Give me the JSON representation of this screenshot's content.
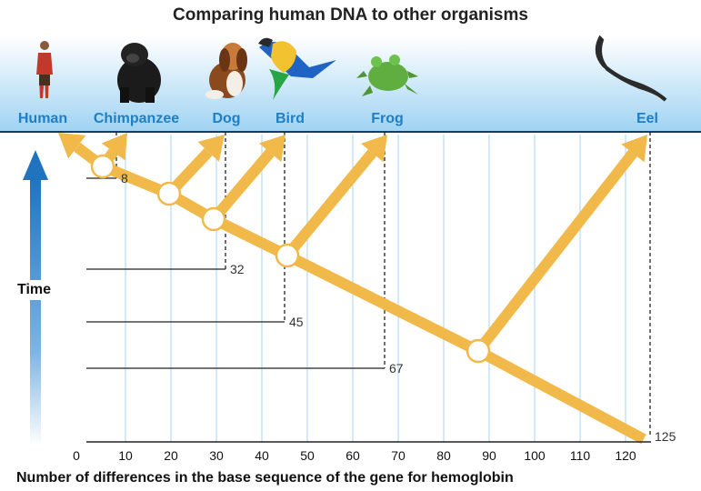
{
  "title": "Comparing human DNA to other organisms",
  "axis": {
    "xlabel": "Number of differences in the base sequence of the gene for hemoglobin",
    "ticks": [
      0,
      10,
      20,
      30,
      40,
      50,
      60,
      70,
      80,
      90,
      100,
      110,
      120
    ],
    "time_label": "Time"
  },
  "organisms": [
    {
      "name": "Human",
      "differences": 0,
      "icon": "person-icon"
    },
    {
      "name": "Chimpanzee",
      "differences": 8,
      "icon": "chimpanzee-icon"
    },
    {
      "name": "Dog",
      "differences": 32,
      "icon": "dog-icon"
    },
    {
      "name": "Bird",
      "differences": 45,
      "icon": "parrot-icon"
    },
    {
      "name": "Frog",
      "differences": 67,
      "icon": "frog-icon"
    },
    {
      "name": "Eel",
      "differences": 125,
      "icon": "eel-icon"
    }
  ],
  "distance_labels": [
    "8",
    "32",
    "45",
    "67",
    "125"
  ],
  "colors": {
    "branch": "#F0B94A",
    "node_fill": "#FFFFFF",
    "label_blue": "#1E7FC6",
    "banner_top": "#FFFFFF",
    "banner_bottom": "#9FD3F2",
    "gridline": "#A9D6F2",
    "time_arrow": "#1F73BF"
  }
}
